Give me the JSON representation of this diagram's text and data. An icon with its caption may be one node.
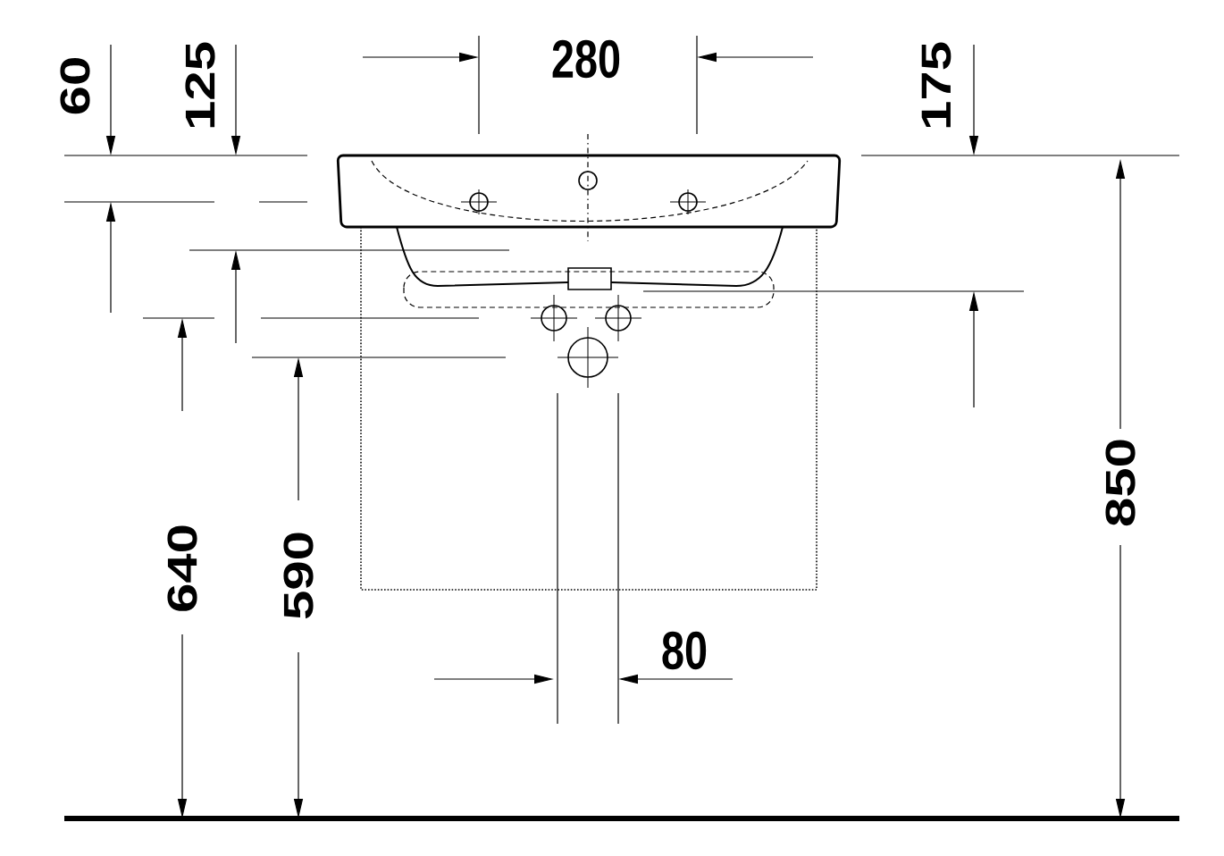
{
  "diagram": {
    "labels": [
      "60",
      "125",
      "280",
      "175",
      "850",
      "640",
      "590",
      "80"
    ]
  }
}
